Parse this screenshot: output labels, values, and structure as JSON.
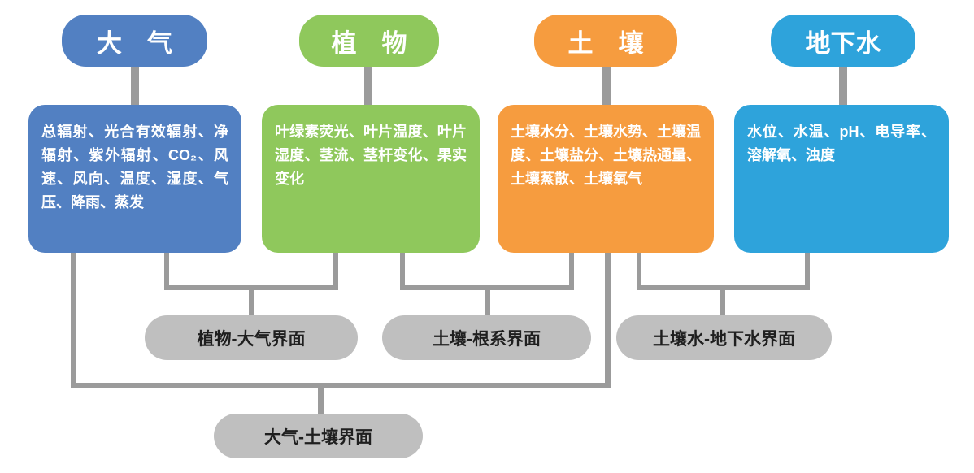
{
  "diagram": {
    "connector_color": "#9b9b9b",
    "interface_bg": "#bfbfbf",
    "interface_text_color": "#1f1f1f",
    "text_on_color": "#ffffff",
    "columns": [
      {
        "header": "大　气",
        "color": "#5280c2",
        "items": "总辐射、光合有效辐射、净辐射、紫外辐射、CO₂、风速、风向、温度、湿度、气压、降雨、蒸发"
      },
      {
        "header": "植　物",
        "color": "#8fc85c",
        "items": "叶绿素荧光、叶片温度、叶片湿度、茎流、茎杆变化、果实变化"
      },
      {
        "header": "土　壤",
        "color": "#f69c3f",
        "items": "土壤水分、土壤水势、土壤温度、土壤盐分、土壤热通量、土壤蒸散、土壤氧气"
      },
      {
        "header": "地下水",
        "color": "#2ea3db",
        "items": "水位、水温、pH、电导率、溶解氧、浊度"
      }
    ],
    "interfaces": [
      {
        "label": "植物-大气界面"
      },
      {
        "label": "土壤-根系界面"
      },
      {
        "label": "土壤水-地下水界面"
      },
      {
        "label": "大气-土壤界面"
      }
    ]
  }
}
